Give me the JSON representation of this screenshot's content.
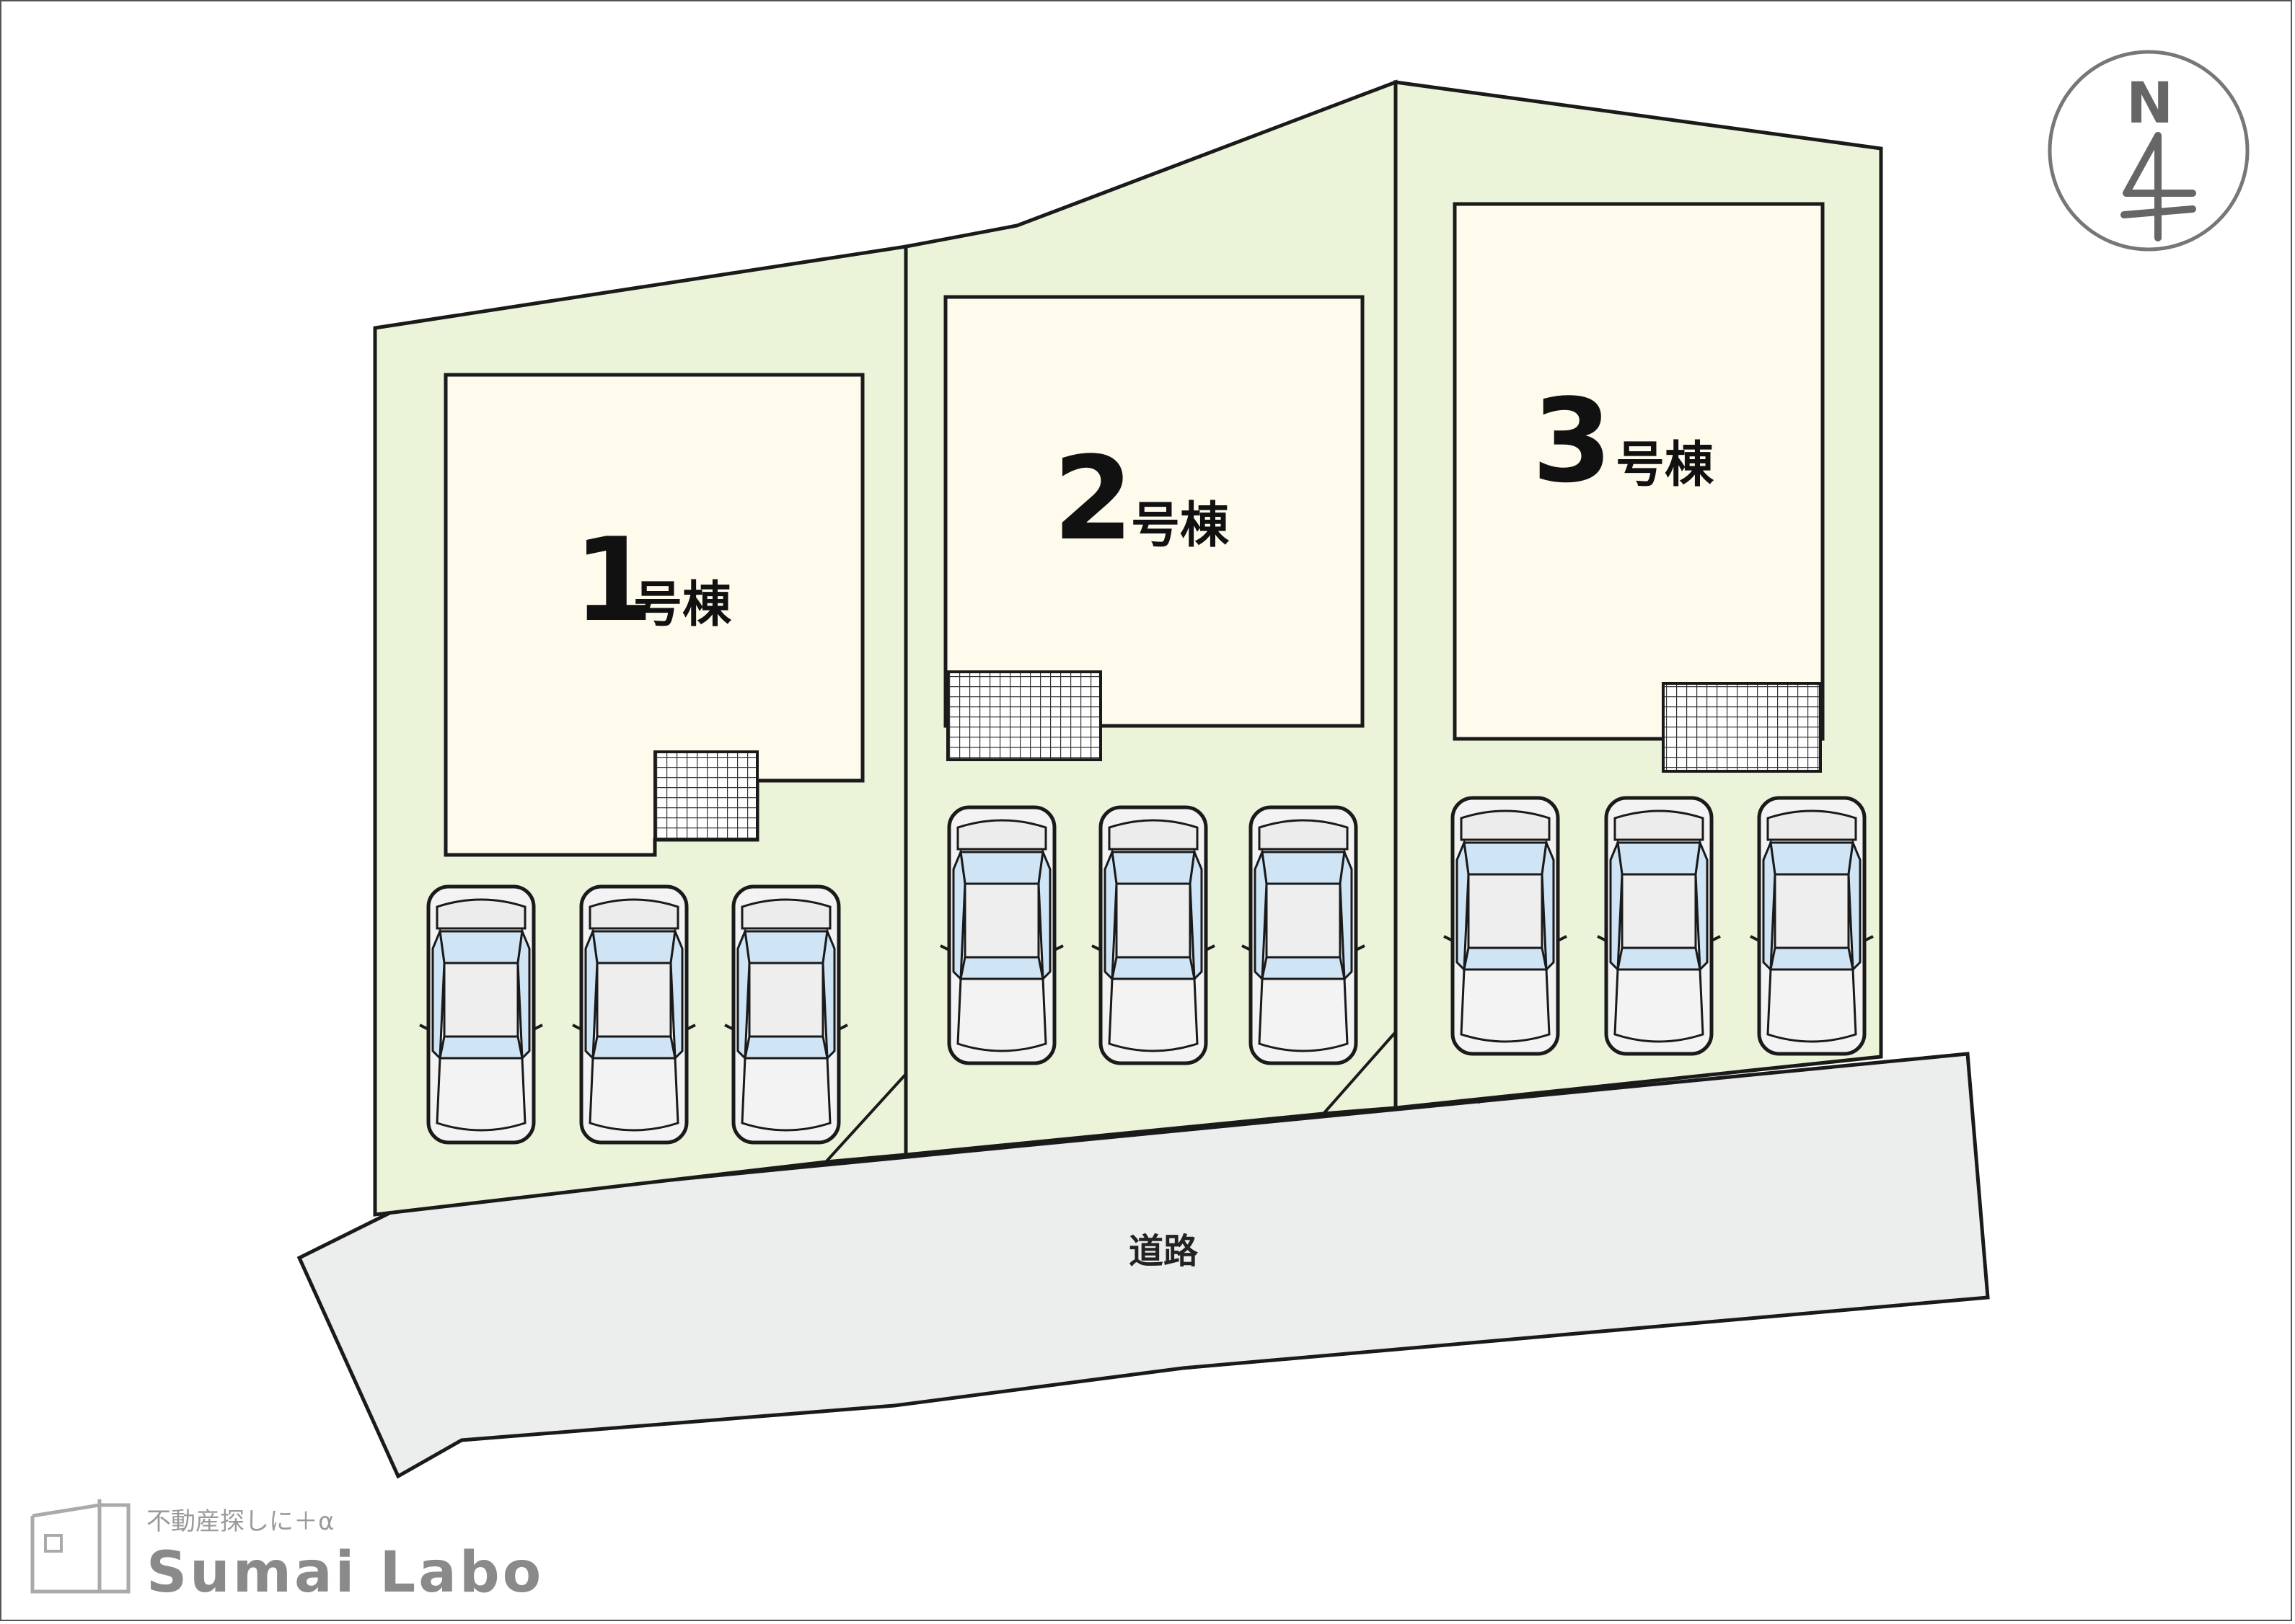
{
  "lots": [
    {
      "number": "1",
      "suffix": "号棟",
      "parking_spaces": 3
    },
    {
      "number": "2",
      "suffix": "号棟",
      "parking_spaces": 3
    },
    {
      "number": "3",
      "suffix": "号棟",
      "parking_spaces": 3
    }
  ],
  "road_label": "道路",
  "compass_label": "N",
  "brand": {
    "tagline": "不動産探しに＋α",
    "name": "Sumai Labo"
  },
  "colors": {
    "lot_fill": "#ebf3d9",
    "house_fill": "#fefbec",
    "road_fill": "#eceeed",
    "car_window": "#cfe4f5",
    "car_body": "#f3f3f3",
    "outline": "#222222"
  }
}
